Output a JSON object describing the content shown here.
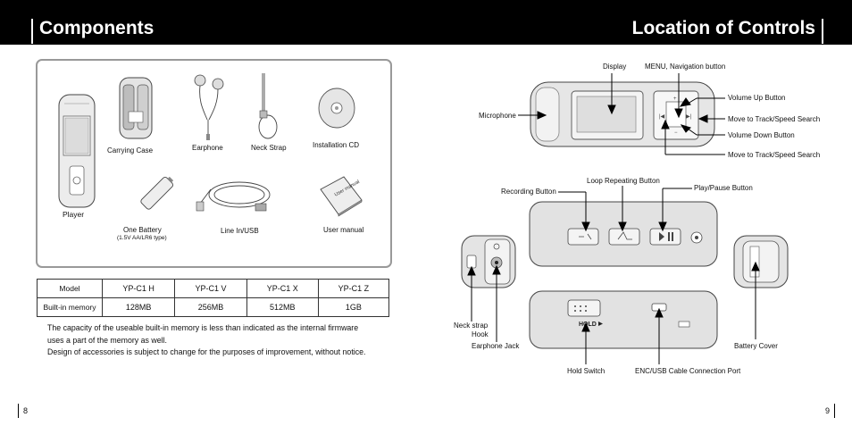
{
  "header": {
    "left_title": "Components",
    "right_title": "Location of Controls"
  },
  "components": {
    "player": "Player",
    "carrying_case": "Carrying Case",
    "earphone": "Earphone",
    "neck_strap": "Neck Strap",
    "installation_cd": "Installation CD",
    "one_battery": "One Battery",
    "battery_type": "(1.5V AA/LR6 type)",
    "line_in_usb": "Line In/USB",
    "user_manual": "User manual",
    "manual_cover_text": "User manual"
  },
  "spec_table": {
    "header": [
      "Model",
      "YP-C1 H",
      "YP-C1 V",
      "YP-C1 X",
      "YP-C1 Z"
    ],
    "row": [
      "Built-in memory",
      "128MB",
      "256MB",
      "512MB",
      "1GB"
    ]
  },
  "notes": {
    "line1": "The capacity of the useable built-in memory is less than indicated as the internal firmware",
    "line2": "uses a part of the memory as well.",
    "line3": "Design of accessories is subject to change for the purposes of improvement, without notice."
  },
  "controls": {
    "display": "Display",
    "menu_nav": "MENU, Navigation button",
    "microphone": "Microphone",
    "volume_up": "Volume Up Button",
    "move_track_1": "Move to Track/Speed Search",
    "volume_down": "Volume Down Button",
    "move_track_2": "Move to Track/Speed Search",
    "loop_repeating": "Loop Repeating Button",
    "recording": "Recording Button",
    "play_pause": "Play/Pause Button",
    "neck_strap_hook": "Neck strap\nHook",
    "neck_strap_line1": "Neck strap",
    "neck_strap_line2": "Hook",
    "earphone_jack": "Earphone Jack",
    "hold_switch": "Hold Switch",
    "enc_usb_port": "ENC/USB Cable Connection Port",
    "battery_cover": "Battery Cover",
    "device_hold_text": "HOLD"
  },
  "pages": {
    "left": "8",
    "right": "9"
  },
  "colors": {
    "header_bg": "#000000",
    "panel_border": "#999999",
    "device_gray": "#d8d8d8"
  }
}
